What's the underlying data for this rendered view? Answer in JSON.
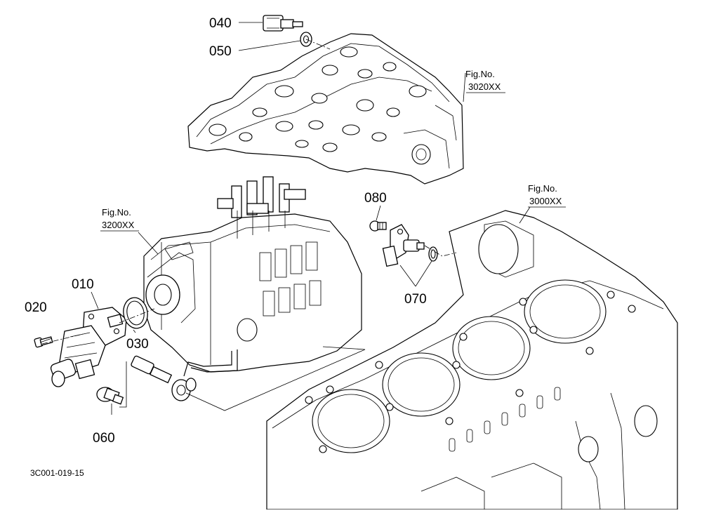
{
  "diagram": {
    "parts": [
      {
        "id": "010",
        "label": "010"
      },
      {
        "id": "020",
        "label": "020"
      },
      {
        "id": "030",
        "label": "030"
      },
      {
        "id": "040",
        "label": "040"
      },
      {
        "id": "050",
        "label": "050"
      },
      {
        "id": "060",
        "label": "060"
      },
      {
        "id": "070",
        "label": "070"
      },
      {
        "id": "080",
        "label": "080"
      }
    ],
    "figure_refs": [
      {
        "title": "Fig.No.",
        "number": "3020XX"
      },
      {
        "title": "Fig.No.",
        "number": "3200XX"
      },
      {
        "title": "Fig.No.",
        "number": "3000XX"
      }
    ],
    "footer_code": "3C001-019-15"
  }
}
